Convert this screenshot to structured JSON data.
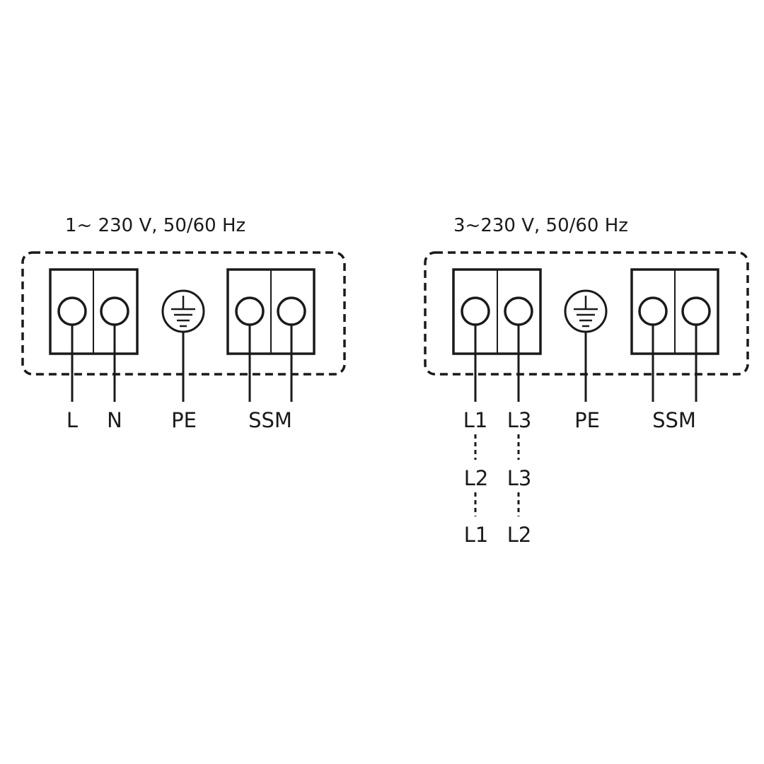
{
  "colors": {
    "line": "#1a1a1a",
    "background": "#ffffff"
  },
  "panels": [
    {
      "title": "1~ 230 V, 50/60 Hz",
      "terminals": [
        {
          "label": "L"
        },
        {
          "label": "N"
        },
        {
          "label": "PE"
        },
        {
          "label": "SSM"
        }
      ]
    },
    {
      "title": "3~230 V, 50/60 Hz",
      "terminals": [
        {
          "label": "L1"
        },
        {
          "label": "L3"
        },
        {
          "label": "PE"
        },
        {
          "label": "SSM"
        }
      ],
      "alternates": [
        {
          "label": "L2"
        },
        {
          "label": "L3"
        },
        {
          "label": "L1"
        },
        {
          "label": "L2"
        }
      ]
    }
  ],
  "icons": {
    "ground": "ground-symbol-icon",
    "screw": "screw-terminal-icon"
  }
}
